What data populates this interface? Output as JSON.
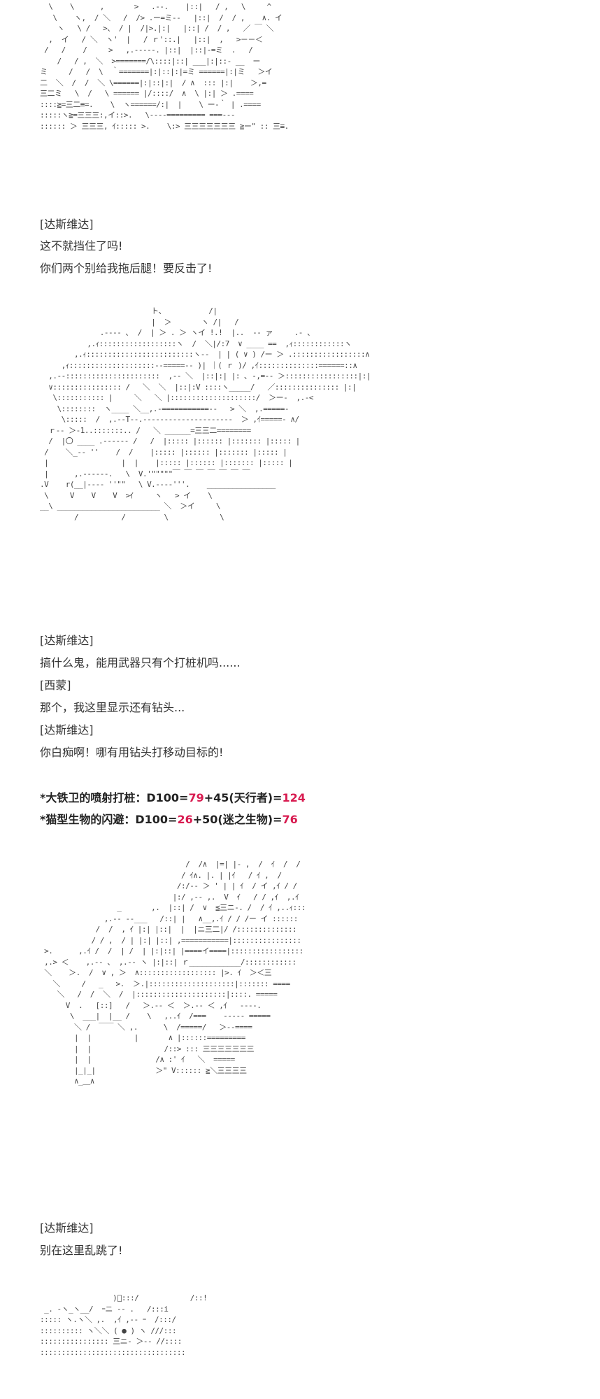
{
  "art_blocks": [
    {
      "lines": [
        "  \\    \\      ,       >   .-‐.    |::|   / ,   \\     ^   ",
        "   \\    ヽ,  / ＼   /  /> .ー=ミ‐-   |::|  /  / ,    ∧. イ ",
        "    ヽ   \\ /   >、 / |  /|>.|:|   |::| /  / ,   ／ ￣ ＼  ",
        "  ,  イ   / ＼  ヽ'  |   / ｒ'::.|   |::|  ,   >－－＜    ",
        " /   /    /     >   ,.-----. |::|  |::|-=ミ  .   /   ",
        "    /   / ,  ＼  >=======/\\::::|::| ___|:|::- __  ー  ",
        "ミ     /   /  \\  ｀=======|:|::|:|=ミ ======|:|ミ   ＞イ",
        "二  ＼  /  /  ＼ \\======|:|::|:|  / ∧  ::: |:|    ＞,=",
        "三二ミ   \\  /   \\ ====== |/::::/  ∧  \\ |:| ＞ .==== ",
        "::::≧=三二≡=.    \\  ヽ======/:|  |    \\ ー-｀ | .====",
        ":::::ヽ≧=三三三:,イ::>.   \\----========= ===-‐- ",
        ":::::: ＞ 三三三, ｲ::::: >.    \\:> 三三三三三三三 ≧ー\" :: 三≡."
      ]
    },
    {
      "lines": [
        "                          ト、          /|                            ",
        "                          |  ＞       ヽ /|   /                        ",
        "              .-‐-‐ ､  /  | ＞ . ＞ ヽイ !.!  |..  -‐ ァ     .- 、        ",
        "           ,.ｨ::::::::::::::::::ヽ  /  ＼|/:7  ∨ ____ ==  ,ｨ::::::::::::ヽ  ",
        "        ,.ｨ:::::::::::::::::::::::::ヽ-‐  | | ( ∨ ) /ー ＞ .:::::::::::::::::∧ ",
        "     ,ｨ::::::::::::::::::::-‐=====‐- )| ｜( ｒ )/ ,ｲ::::::::::::::======::∧",
        "  ,.-‐::::::::::::::::::::::  ,-‐ ＼  |::|:| |: ､ -,=‐- ＞:::::::::::::::::|:|",
        "  ∨:::::::::::::::: /   ＼  ＼  |::|:V ::::ヽ_____/   ／::::::::::::::: |:| ",
        "   \\::::::::::: |     ＼   ＼ |::::::::::::::::::::/  ＞ー-  ,.-< ",
        "    \\::::::::  ヽ____ ＼__,.-===========‐-   > ＼  ,.=====- ",
        "     \\:::::  /  ,.-‐T‐‐.---------------------  ＞ ,ｲ=====- ∧/ ",
        "  ｒ-‐ ＞‐1..:::::::.. /   ＼ ______=三三二========  ",
        "  /  |〇 ____ .------ /   /  |::::: |:::::: |::::::: |::::: |",
        " /    ＼_-‐ ''    /  /    |::::: |:::::: |::::::: |::::: |",
        " |                 |  |    |::::: |:::::: |::::::: |::::: |",
        " |      ,.-‐----.   \\  V.'\"\"\"\"\"￣ ￣ ￣ ￣ ￣ ￣ ￣ ",
        ".V    r(__|---- ''\"\"   \\ V.----'''.    ________________",
        " \\     V    V    V  >ｲ     ヽ   > イ    \\   ",
        "__\\ ________________________ ＼  ＞イ     \\  ",
        "        /          /         \\            \\   "
      ]
    },
    {
      "lines": [
        "                                  /  /∧  |=| |‐ ,  /  ｲ  /  /",
        "                                 / ｲ∧. |. | |ｲ   / ｲ ,  /",
        "                                /:/-‐ ＞ ' | | ｲ  / イ ,ｲ / /",
        "                               |:/ ,-‐ ,.  V  ｲ   / / ,ｲ  ,.ｲ",
        "                  _       ,.  |::| /  ∨  ≦三ニ-. /  / ｲ ,..ｨ:::",
        "               ,.-‐ ‐-___   /::| |   ∧__,.ｲ / / /ー イ ::::::",
        "             /  /  , ｲ |:| |::|  |  |ニ三二|/ /::::::::::::::",
        "            / / ,  / | |:| |::| ,===========|::::::::::::::::",
        " >.      ,.ｲ /  /  | /  | |:|::| |====イ====|:::::::::::::::::",
        " ,.> ＜    ,.-‐ 、 ,.-‐ ヽ |:|::| ｒ____________/::::::::::::",
        " ＼    ＞.  /  ∨ , ＞  ∧:::::::::::::::::: |>. ｲ  ＞＜三",
        "   ＼     /   _   >.  ＞.|::::::::::::::::::::|::::::: ====",
        "    ＼   /  /  ＼  /  |:::::::::::::::::::::|::::. =====",
        "      V  .   [::]   /   ＞.-‐ ＜  ＞.-‐ ＜ ,ｲ   ----.",
        "       \\  ___|  |__ /    \\   ,..ｲ  /===    ----- =====",
        "        ＼ /  ￣￣ ＼ ,.      \\  /=====/   ＞-‐==== ",
        "        |  |          |       ∧ |::::::=========  ",
        "        |  |                 /::> ::: 三三三三三三三 ",
        "        |  |               /∧ :' ｲ   ＼  =====  ",
        "        |_|_|              ＞\" V:::::: ≧＼三三三三 ",
        "        ∧_＿∧                                     "
      ]
    },
    {
      "lines": [
        "                 )ﾞ:::/            /::!",
        " _. -ヽ_ヽ__/  ｰニ -- .   /:::i",
        "::::: ヽ.ヽ＼ ,.  ,ｲ ,-- ｰ  /:::/",
        ":::::::::: ヽ＼＼ ( ● ) ヽ ///:::",
        ":::::::::::::::: 三ニ‐ ＞-‐ //::::",
        "::::::::::::::::::::::::::::::::::"
      ]
    }
  ],
  "dialog_1": [
    {
      "text": "[达斯维达]"
    },
    {
      "text": "这不就挡住了吗!"
    },
    {
      "text": "你们两个别给我拖后腿！要反击了!"
    }
  ],
  "dialog_2": [
    {
      "text": "[达斯维达]"
    },
    {
      "text": "搞什么鬼，能用武器只有个打桩机吗......"
    },
    {
      "text": "[西蒙]"
    },
    {
      "text": "那个，我这里显示还有钻头..."
    },
    {
      "text": "[达斯维达]"
    },
    {
      "text": "你白痴啊！哪有用钻头打移动目标的!"
    }
  ],
  "rolls": [
    {
      "prefix": "*大铁卫的喷射打桩：D100=",
      "roll": "79",
      "mid": "+45(天行者)=",
      "result": "124"
    },
    {
      "prefix": "*猫型生物的闪避：D100=",
      "roll": "26",
      "mid": "+50(迷之生物)=",
      "result": "76"
    }
  ],
  "dialog_3": [
    {
      "text": "[达斯维达]"
    },
    {
      "text": "别在这里乱跳了!"
    }
  ],
  "colors": {
    "highlight": "#d81b50",
    "text": "#333333"
  }
}
